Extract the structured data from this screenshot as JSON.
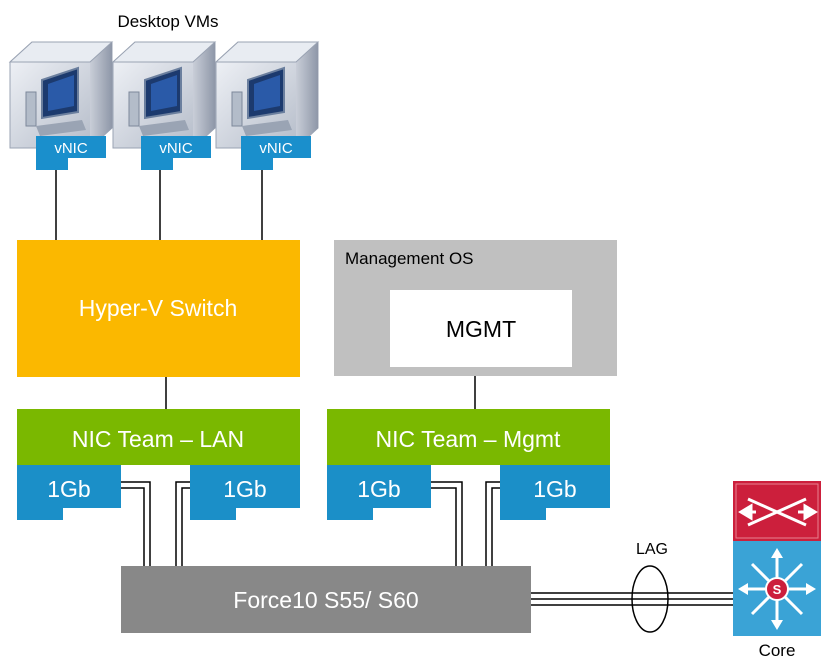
{
  "title": "Desktop VMs",
  "vm_count": 3,
  "vnic_label": "vNIC",
  "hyperv_switch": "Hyper-V Switch",
  "management_os": "Management OS",
  "mgmt": "MGMT",
  "nic_team_lan": "NIC Team – LAN",
  "nic_team_mgmt": "NIC Team – Mgmt",
  "nic_speed": "1Gb",
  "force10": "Force10 S55/ S60",
  "lag": "LAG",
  "core": "Core",
  "colors": {
    "hyperv": "#fbb800",
    "nic_team": "#7ab800",
    "nic_port": "#1b8fc8",
    "vnic": "#1a8fcc",
    "mgmt_os": "#c0c0c0",
    "force10": "#888888",
    "core_top": "#cc1f3c",
    "core_bottom": "#3aa3d6"
  }
}
